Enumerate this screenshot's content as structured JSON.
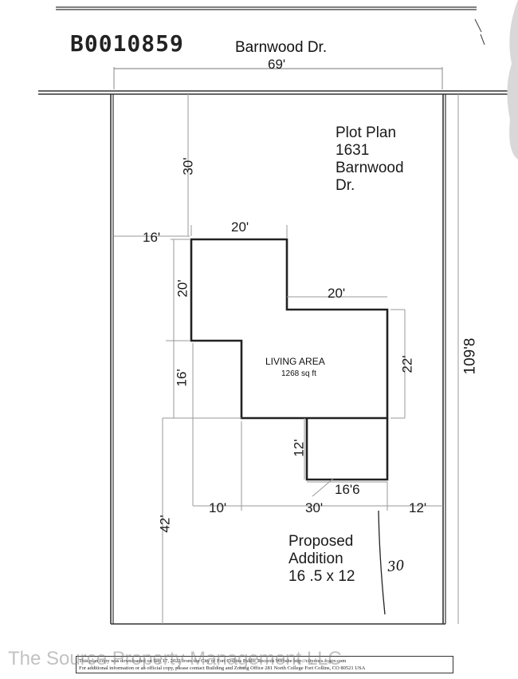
{
  "document_id": "B0010859",
  "street_label": "Barnwood Dr.",
  "plot_title": [
    "Plot Plan",
    "1631",
    "Barnwood",
    "Dr."
  ],
  "living_area": {
    "label": "LIVING AREA",
    "size": "1268 sq ft"
  },
  "dimensions": {
    "street_frontage": "69'",
    "front_setback": "30'",
    "left_setback": "16'",
    "house_top": "20'",
    "house_left_upper": "20'",
    "house_right_step": "20'",
    "house_left_lower": "16'",
    "house_right": "22'",
    "addition_depth": "12'",
    "addition_width": "16'6",
    "rear_setback": "42'",
    "bottom_left": "10'",
    "bottom_middle": "30'",
    "bottom_right": "12'",
    "lot_depth": "109'8"
  },
  "proposed_addition": [
    "Proposed",
    "Addition",
    "16 .5 x 12"
  ],
  "handwritten_note": "30",
  "footer": {
    "line1": "This plan copy was downloaded on Sep 17, 2022 from the City of Fort Collins Public Records Website http://citydocs.fcgov.com",
    "line2": "For additional information or an official copy, please contact Building and Zoning Office 281 North College Fort Collins, CO 80521 USA"
  },
  "watermark": "The Source Property Management LLC"
}
